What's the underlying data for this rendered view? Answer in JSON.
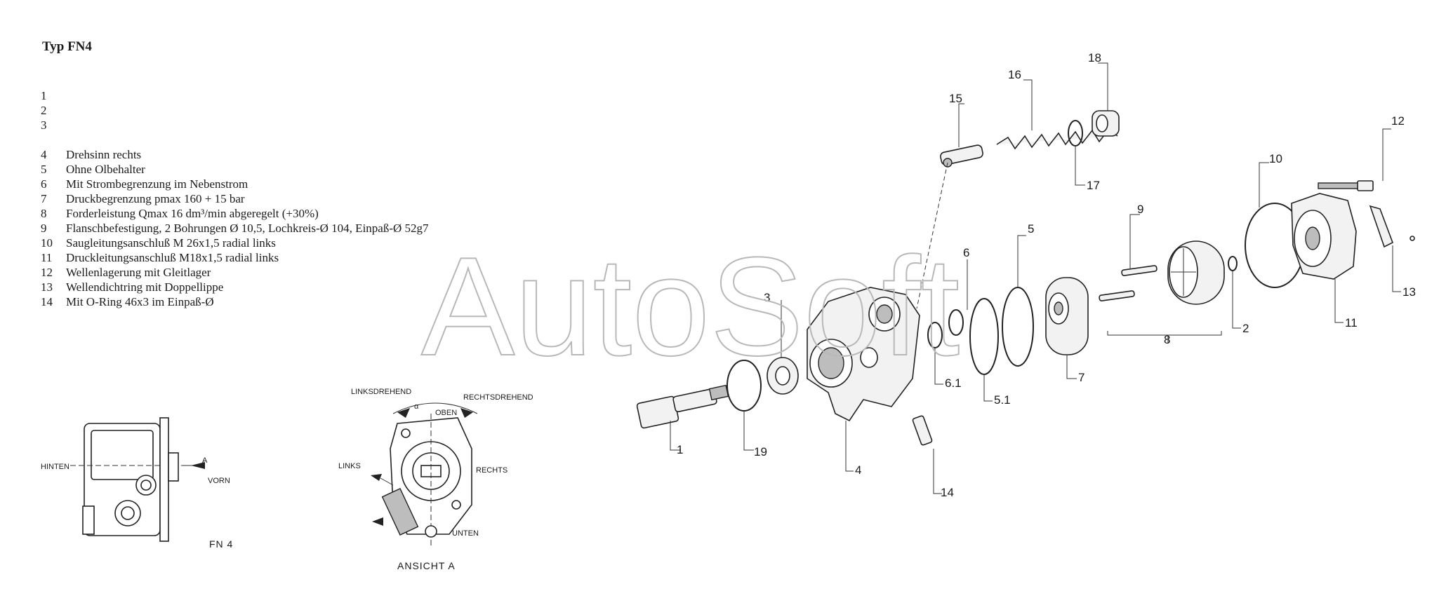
{
  "title": "Typ FN4",
  "legend": [
    {
      "num": "1",
      "text": ""
    },
    {
      "num": "2",
      "text": ""
    },
    {
      "num": "3",
      "text": ""
    },
    {
      "num": "4",
      "text": "Drehsinn rechts"
    },
    {
      "num": "5",
      "text": "Ohne Olbehalter"
    },
    {
      "num": "6",
      "text": "Mit Strombegrenzung im Nebenstrom"
    },
    {
      "num": "7",
      "text": "Druckbegrenzung pmax 160 + 15 bar"
    },
    {
      "num": "8",
      "text": "Forderleistung Qmax 16 dm³/min abgeregelt (+30%)"
    },
    {
      "num": "9",
      "text": "Flanschbefestigung, 2 Bohrungen Ø 10,5, Lochkreis-Ø 104, Einpaß-Ø 52g7"
    },
    {
      "num": "10",
      "text": "Saugleitungsanschluß M 26x1,5 radial links"
    },
    {
      "num": "11",
      "text": "Druckleitungsanschluß M18x1,5 radial links"
    },
    {
      "num": "12",
      "text": "Wellenlagerung mit Gleitlager"
    },
    {
      "num": "13",
      "text": "Wellendichtring mit Doppellippe"
    },
    {
      "num": "14",
      "text": "Mit O-Ring 46x3 im Einpaß-Ø"
    }
  ],
  "watermark": "AutoSoft",
  "side_view": {
    "hinten": "HINTEN",
    "a_marker": "A",
    "vorn": "VORN",
    "caption": "FN 4"
  },
  "view_a": {
    "linksdrehend": "LINKSDREHEND",
    "rechtsdrehend": "RECHTSDREHEND",
    "alpha": "α",
    "oben": "OBEN",
    "links": "LINKS",
    "rechts": "RECHTS",
    "unten": "UNTEN",
    "caption": "ANSICHT A"
  },
  "callouts": [
    "1",
    "2",
    "3",
    "4",
    "5",
    "5.1",
    "6",
    "6.1",
    "7",
    "8",
    "9",
    "10",
    "11",
    "12",
    "13",
    "14",
    "15",
    "16",
    "17",
    "18",
    "19"
  ]
}
